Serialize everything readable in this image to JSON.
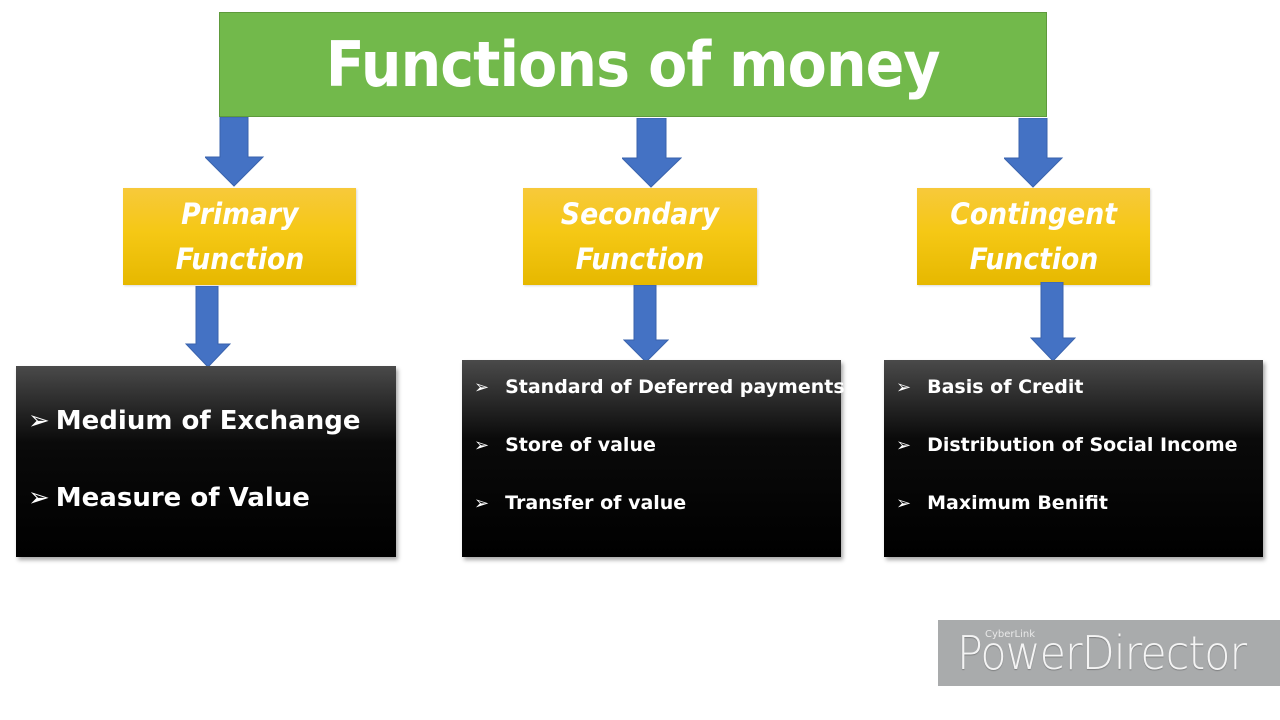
{
  "title": "Functions of money",
  "categories": [
    {
      "line1": "Primary",
      "line2": "Function",
      "items": [
        "Medium of Exchange",
        "Measure of Value"
      ]
    },
    {
      "line1": "Secondary",
      "line2": "Function",
      "items": [
        "Standard of Deferred payments",
        "Store of value",
        "Transfer of value"
      ]
    },
    {
      "line1": "Contingent",
      "line2": "Function",
      "items": [
        "Basis of Credit",
        "Distribution of Social Income",
        "Maximum Benifit"
      ]
    }
  ],
  "bullet": "➢",
  "watermark": {
    "small": "CyberLink",
    "big": "PowerDirector"
  },
  "colors": {
    "title_bg": "#72b94b",
    "category_bg": "#f5c815",
    "arrow": "#4472c4",
    "list_bg": "#000000",
    "watermark_bg": "#a9abac"
  }
}
